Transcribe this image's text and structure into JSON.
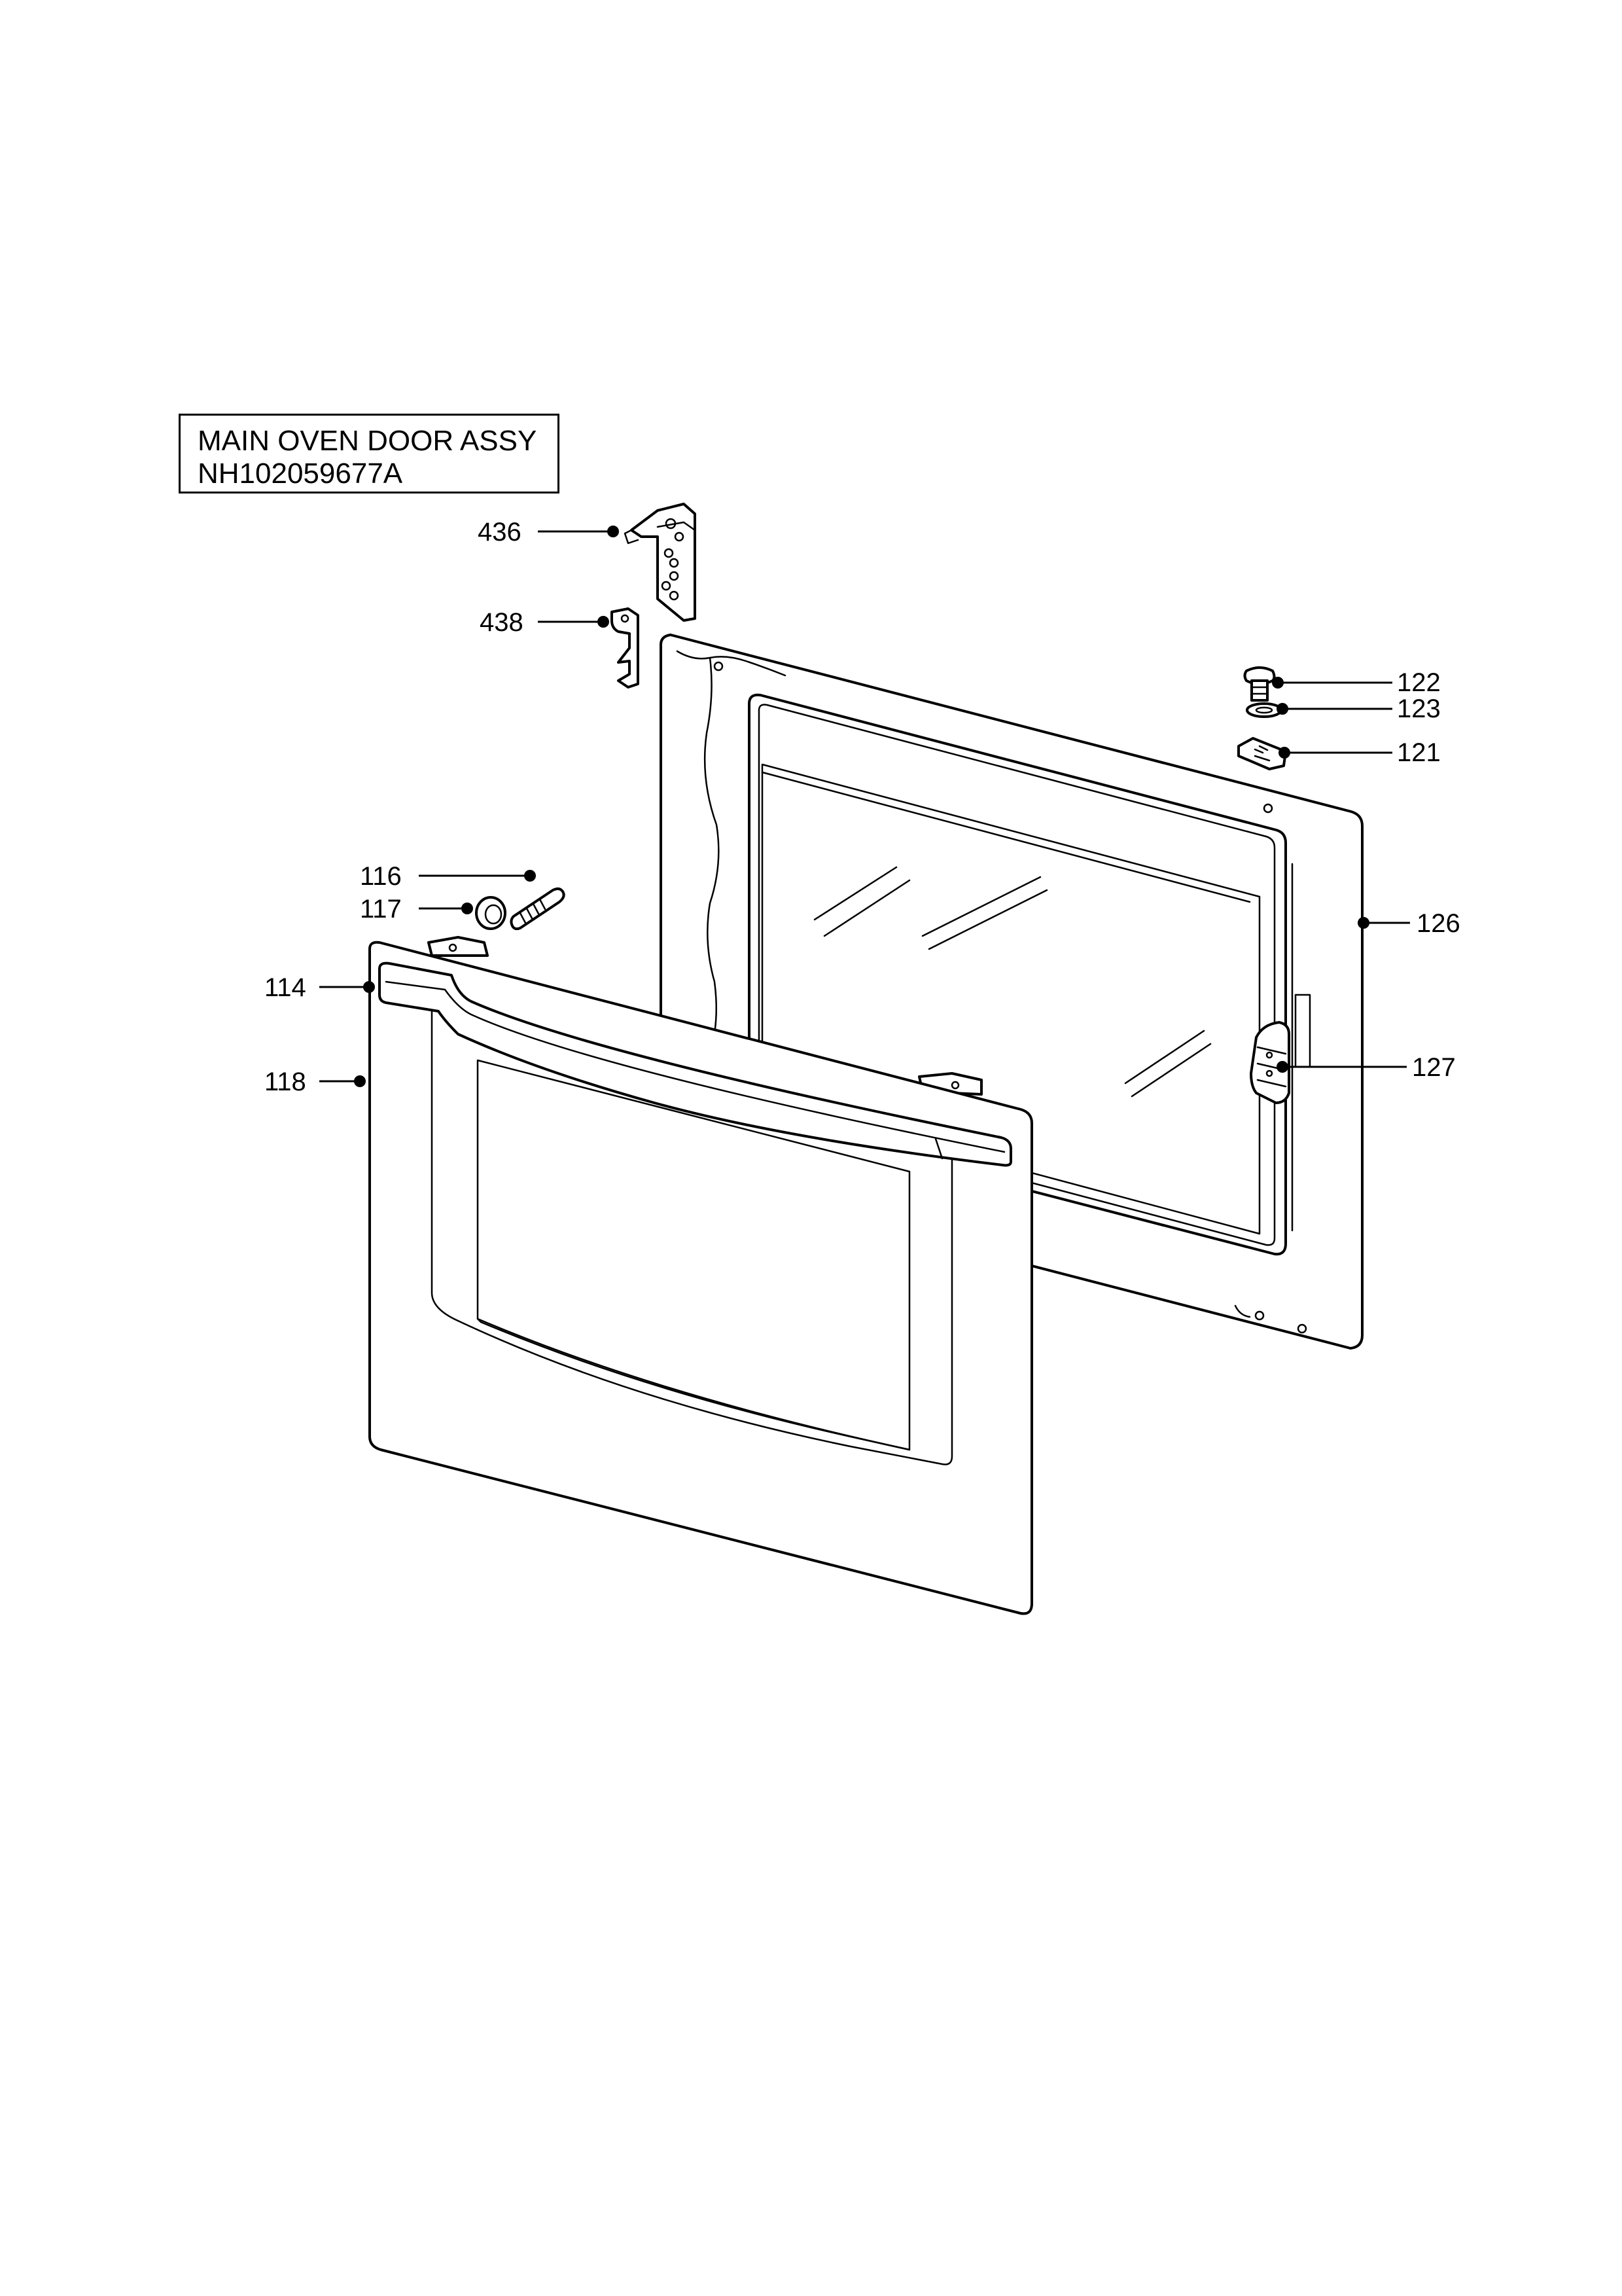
{
  "title": {
    "line1": "MAIN OVEN DOOR ASSY",
    "line2": "NH102059677A"
  },
  "callouts": {
    "c436": "436",
    "c438": "438",
    "c122": "122",
    "c123": "123",
    "c121": "121",
    "c116": "116",
    "c117": "117",
    "c114": "114",
    "c118": "118",
    "c126": "126",
    "c127": "127"
  },
  "colors": {
    "line": "#000000",
    "background": "#ffffff"
  }
}
